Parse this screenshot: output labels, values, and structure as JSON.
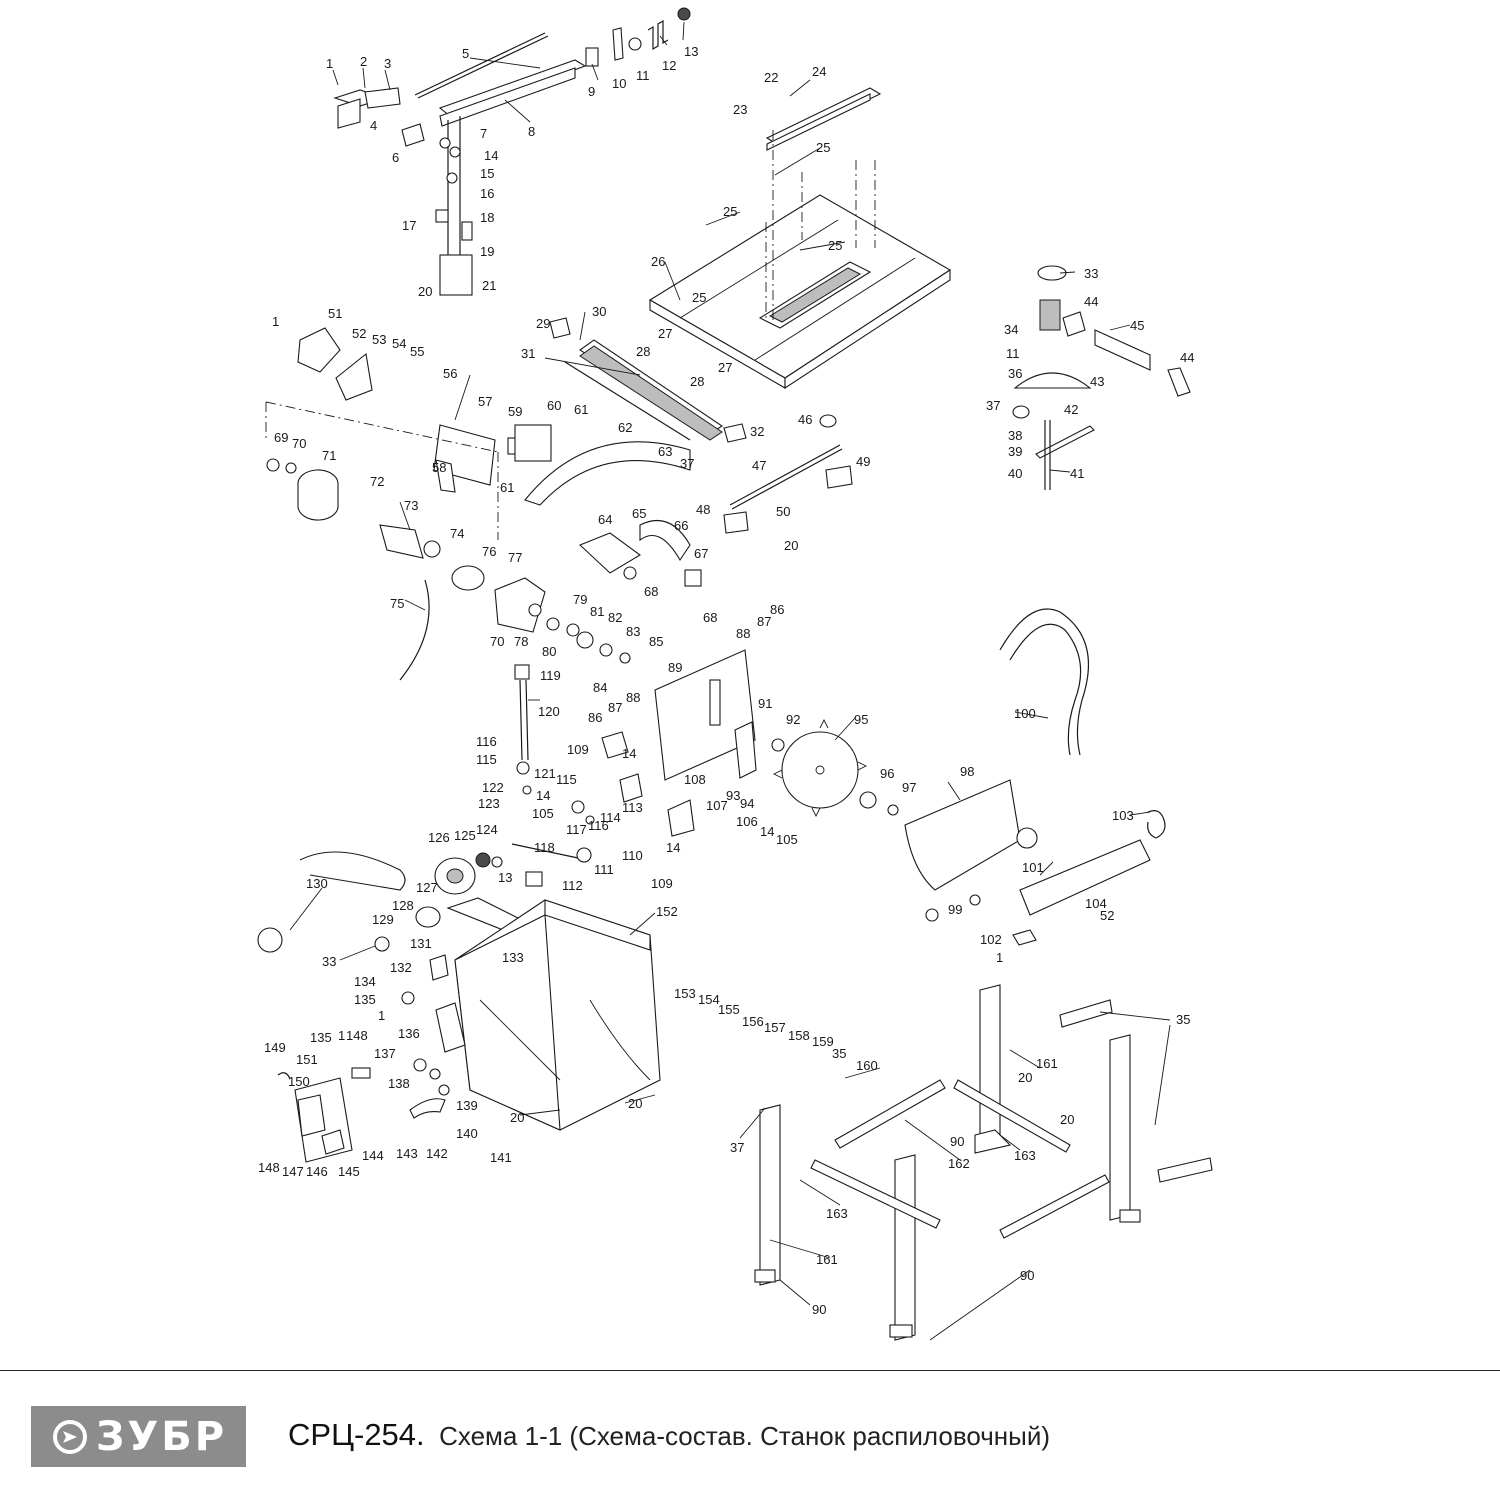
{
  "brand": {
    "logo_text": "ЗУБР",
    "logo_color": "#8c8c8c"
  },
  "title": {
    "model": "СРЦ-254.",
    "caption": "Схема 1-1 (Схема-состав. Станок распиловочный)"
  },
  "diagram": {
    "part_labels": [
      "1",
      "2",
      "3",
      "4",
      "5",
      "6",
      "7",
      "8",
      "9",
      "10",
      "11",
      "12",
      "13",
      "14",
      "15",
      "16",
      "17",
      "18",
      "19",
      "20",
      "21",
      "22",
      "23",
      "24",
      "25",
      "25",
      "25",
      "25",
      "26",
      "27",
      "27",
      "28",
      "28",
      "29",
      "30",
      "31",
      "32",
      "33",
      "34",
      "11",
      "36",
      "37",
      "38",
      "39",
      "40",
      "41",
      "42",
      "43",
      "44",
      "44",
      "45",
      "46",
      "47",
      "48",
      "49",
      "50",
      "20",
      "51",
      "1",
      "52",
      "53",
      "54",
      "55",
      "56",
      "57",
      "58",
      "59",
      "60",
      "61",
      "62",
      "63",
      "37",
      "61",
      "64",
      "65",
      "66",
      "67",
      "68",
      "68",
      "69",
      "70",
      "71",
      "72",
      "73",
      "74",
      "75",
      "76",
      "77",
      "70",
      "78",
      "79",
      "80",
      "81",
      "82",
      "83",
      "84",
      "85",
      "86",
      "87",
      "88",
      "88",
      "87",
      "86",
      "89",
      "91",
      "92",
      "95",
      "100",
      "119",
      "120",
      "116",
      "115",
      "121",
      "122",
      "14",
      "123",
      "105",
      "109",
      "14",
      "115",
      "117",
      "116",
      "114",
      "113",
      "108",
      "107",
      "93",
      "94",
      "106",
      "14",
      "105",
      "96",
      "97",
      "98",
      "103",
      "101",
      "104",
      "52",
      "99",
      "102",
      "1",
      "118",
      "110",
      "14",
      "109",
      "111",
      "112",
      "126",
      "125",
      "124",
      "13",
      "130",
      "127",
      "128",
      "129",
      "131",
      "133",
      "33",
      "152",
      "132",
      "134",
      "135",
      "1",
      "136",
      "135",
      "1",
      "148",
      "149",
      "151",
      "150",
      "137",
      "138",
      "139",
      "140",
      "144",
      "143",
      "142",
      "148",
      "147",
      "146",
      "145",
      "141",
      "20",
      "20",
      "153",
      "154",
      "155",
      "156",
      "157",
      "158",
      "159",
      "35",
      "160",
      "37",
      "161",
      "90",
      "163",
      "162",
      "20",
      "35",
      "20",
      "161",
      "163",
      "90",
      "90"
    ]
  }
}
